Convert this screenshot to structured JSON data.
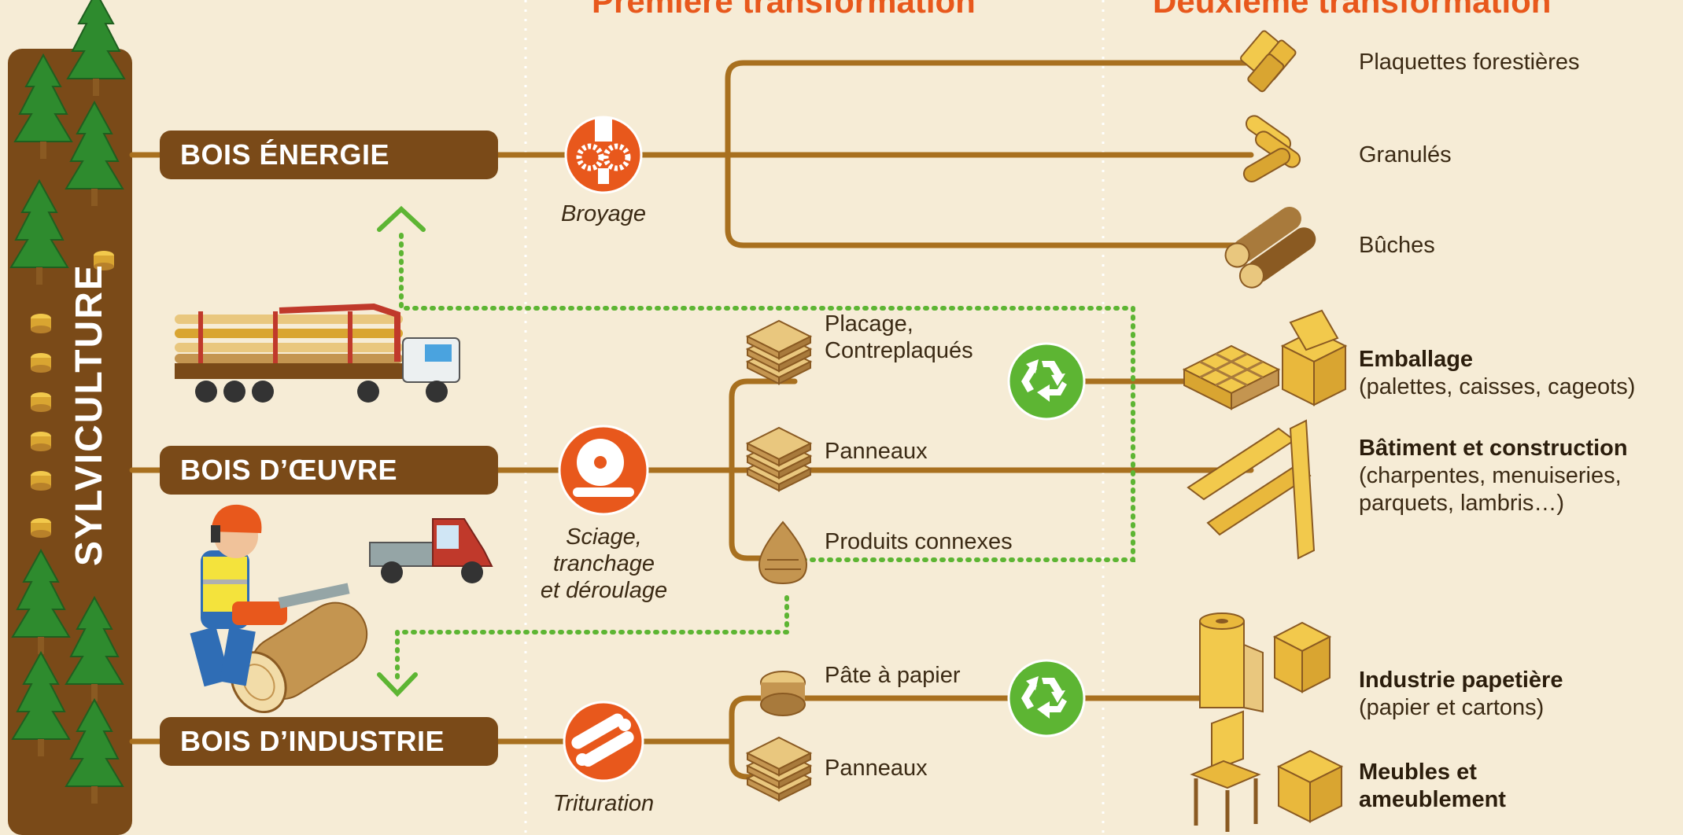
{
  "headers": {
    "first": "Première transformation",
    "second": "Deuxième transformation"
  },
  "silviculture": "SYLVICULTURE",
  "categories": {
    "energie": "BOIS ÉNERGIE",
    "oeuvre": "BOIS D’ŒUVRE",
    "industrie": "BOIS D’INDUSTRIE"
  },
  "processes": {
    "broyage": "Broyage",
    "sciage": [
      "Sciage,",
      "tranchage",
      "et déroulage"
    ],
    "trituration": "Trituration"
  },
  "intermediates": {
    "placage": [
      "Placage,",
      "Contreplaqués"
    ],
    "panneaux1": "Panneaux",
    "connexes": "Produits connexes",
    "pate": "Pâte à papier",
    "panneaux2": "Panneaux"
  },
  "outputs": {
    "plaquettes": "Plaquettes forestières",
    "granules": "Granulés",
    "buches": "Bûches",
    "emballage_title": "Emballage",
    "emballage_desc": "(palettes, caisses, cageots)",
    "batiment_title": "Bâtiment et construction",
    "batiment_desc1": "(charpentes, menuiseries,",
    "batiment_desc2": "parquets, lambris…)",
    "papeterie_title": "Industrie papetière",
    "papeterie_desc": "(papier et cartons)",
    "meubles_title1": "Meubles et",
    "meubles_title2": "ameublement"
  },
  "colors": {
    "background": "#f6ecd6",
    "brown": "#7a4a18",
    "line": "#a8701f",
    "orange": "#e8581c",
    "green": "#5db533",
    "tree": "#2e8b2e",
    "wood": "#f2c94c"
  },
  "icons": [
    "sawmill-gears-icon",
    "saw-blade-icon",
    "shredder-icon",
    "recycle-icon",
    "log-truck-icon",
    "lumberjack-icon",
    "utility-vehicle-icon",
    "wood-chips-icon",
    "pellets-icon",
    "logs-icon",
    "plywood-icon",
    "sawdust-icon",
    "paper-pulp-icon",
    "pallet-icon",
    "box-icon",
    "beams-icon",
    "paper-roll-icon",
    "chair-icon",
    "cabinet-icon",
    "fir-tree-icon",
    "tree-stump-icon"
  ]
}
